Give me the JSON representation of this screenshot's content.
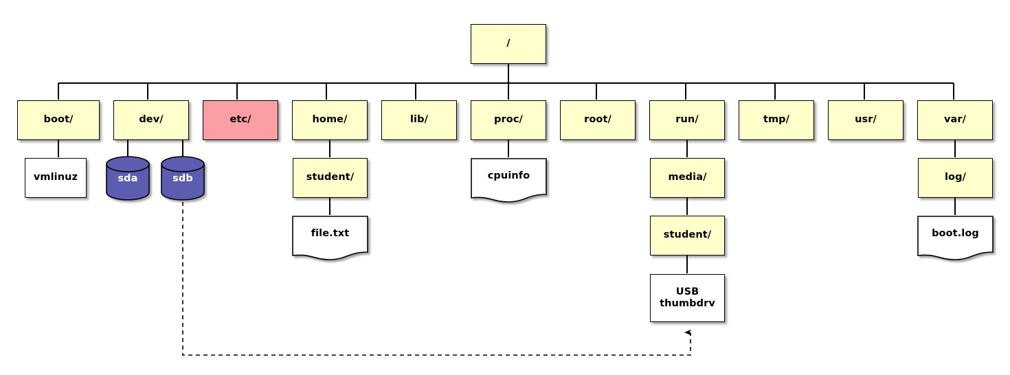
{
  "diagram": {
    "title": "Linux filesystem hierarchy tree",
    "colors": {
      "directory_fill": "#ffffcc",
      "alert_fill": "#fa9fa5",
      "file_fill": "#ffffff",
      "device_fill": "#5b5bb0",
      "stroke": "#000000",
      "device_label": "#ffffff",
      "background": "#ffffff"
    },
    "root": {
      "label": "/",
      "shape": "rect",
      "kind": "directory"
    },
    "level1": [
      {
        "label": "boot/",
        "shape": "rect",
        "kind": "directory"
      },
      {
        "label": "dev/",
        "shape": "rect",
        "kind": "directory"
      },
      {
        "label": "etc/",
        "shape": "rect",
        "kind": "alert"
      },
      {
        "label": "home/",
        "shape": "rect",
        "kind": "directory"
      },
      {
        "label": "lib/",
        "shape": "rect",
        "kind": "directory"
      },
      {
        "label": "proc/",
        "shape": "rect",
        "kind": "directory"
      },
      {
        "label": "root/",
        "shape": "rect",
        "kind": "directory"
      },
      {
        "label": "run/",
        "shape": "rect",
        "kind": "directory"
      },
      {
        "label": "tmp/",
        "shape": "rect",
        "kind": "directory"
      },
      {
        "label": "usr/",
        "shape": "rect",
        "kind": "directory"
      },
      {
        "label": "var/",
        "shape": "rect",
        "kind": "directory"
      }
    ],
    "descendants": [
      {
        "label": "vmlinuz",
        "shape": "rect",
        "kind": "file",
        "parent": "boot/"
      },
      {
        "label": "sda",
        "shape": "cylinder",
        "kind": "device",
        "parent": "dev/"
      },
      {
        "label": "sdb",
        "shape": "cylinder",
        "kind": "device",
        "parent": "dev/"
      },
      {
        "label": "student/",
        "shape": "rect",
        "kind": "directory",
        "parent": "home/"
      },
      {
        "label": "file.txt",
        "shape": "document",
        "kind": "file",
        "parent": "home/student/"
      },
      {
        "label": "cpuinfo",
        "shape": "document",
        "kind": "file",
        "parent": "proc/"
      },
      {
        "label": "media/",
        "shape": "rect",
        "kind": "directory",
        "parent": "run/"
      },
      {
        "label": "student/",
        "shape": "rect",
        "kind": "directory",
        "parent": "run/media/"
      },
      {
        "label": "USB thumbdrv",
        "shape": "rect",
        "kind": "mountpoint",
        "parent": "run/media/student/",
        "label_line1": "USB",
        "label_line2": "thumbdrv"
      },
      {
        "label": "log/",
        "shape": "rect",
        "kind": "directory",
        "parent": "var/"
      },
      {
        "label": "boot.log",
        "shape": "document",
        "kind": "file",
        "parent": "var/log/"
      }
    ],
    "edges": {
      "mount_link": {
        "from": "sdb",
        "to": "USB thumbdrv",
        "style": "dashed",
        "arrow": "to"
      }
    }
  }
}
